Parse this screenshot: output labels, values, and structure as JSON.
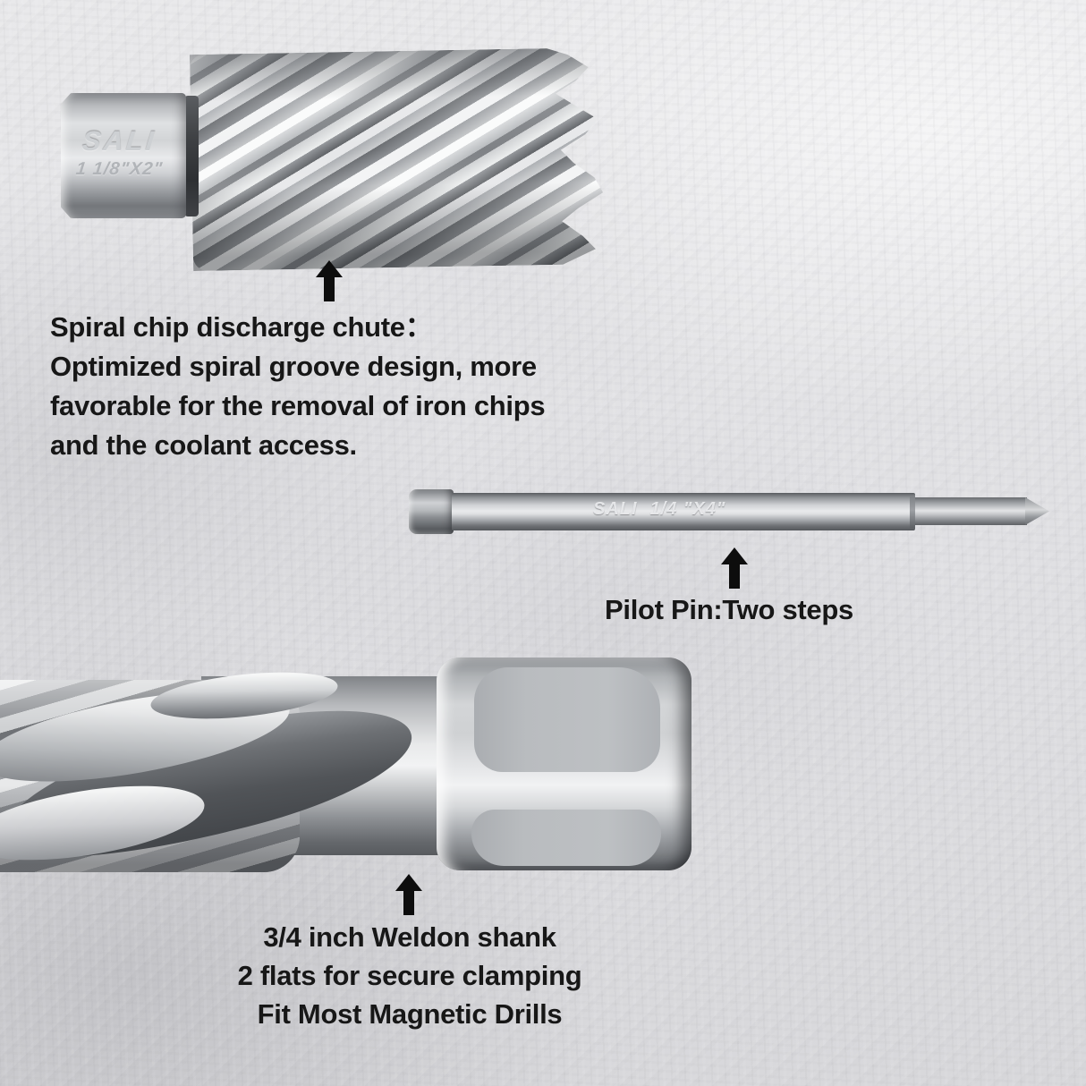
{
  "colors": {
    "background": "#e2e2e4",
    "annotation_text": "#171717",
    "arrow": "#0d0d0d"
  },
  "icons": {
    "up_arrow": "▲"
  },
  "top_cutter": {
    "brand": "SALI",
    "size_label": "1 1/8\"X2\""
  },
  "pilot_pin": {
    "brand": "SALI",
    "size_label": "1/4 \"X4\""
  },
  "annotations": {
    "spiral_chute": {
      "lines": [
        "Spiral chip discharge chute：",
        "Optimized spiral groove design, more",
        "favorable for the removal of iron chips",
        "and the coolant access."
      ]
    },
    "pilot_pin_label": "Pilot Pin:Two steps",
    "weldon_shank": {
      "lines": [
        "3/4 inch Weldon shank",
        "2 flats for secure clamping",
        "Fit Most Magnetic Drills"
      ]
    }
  }
}
